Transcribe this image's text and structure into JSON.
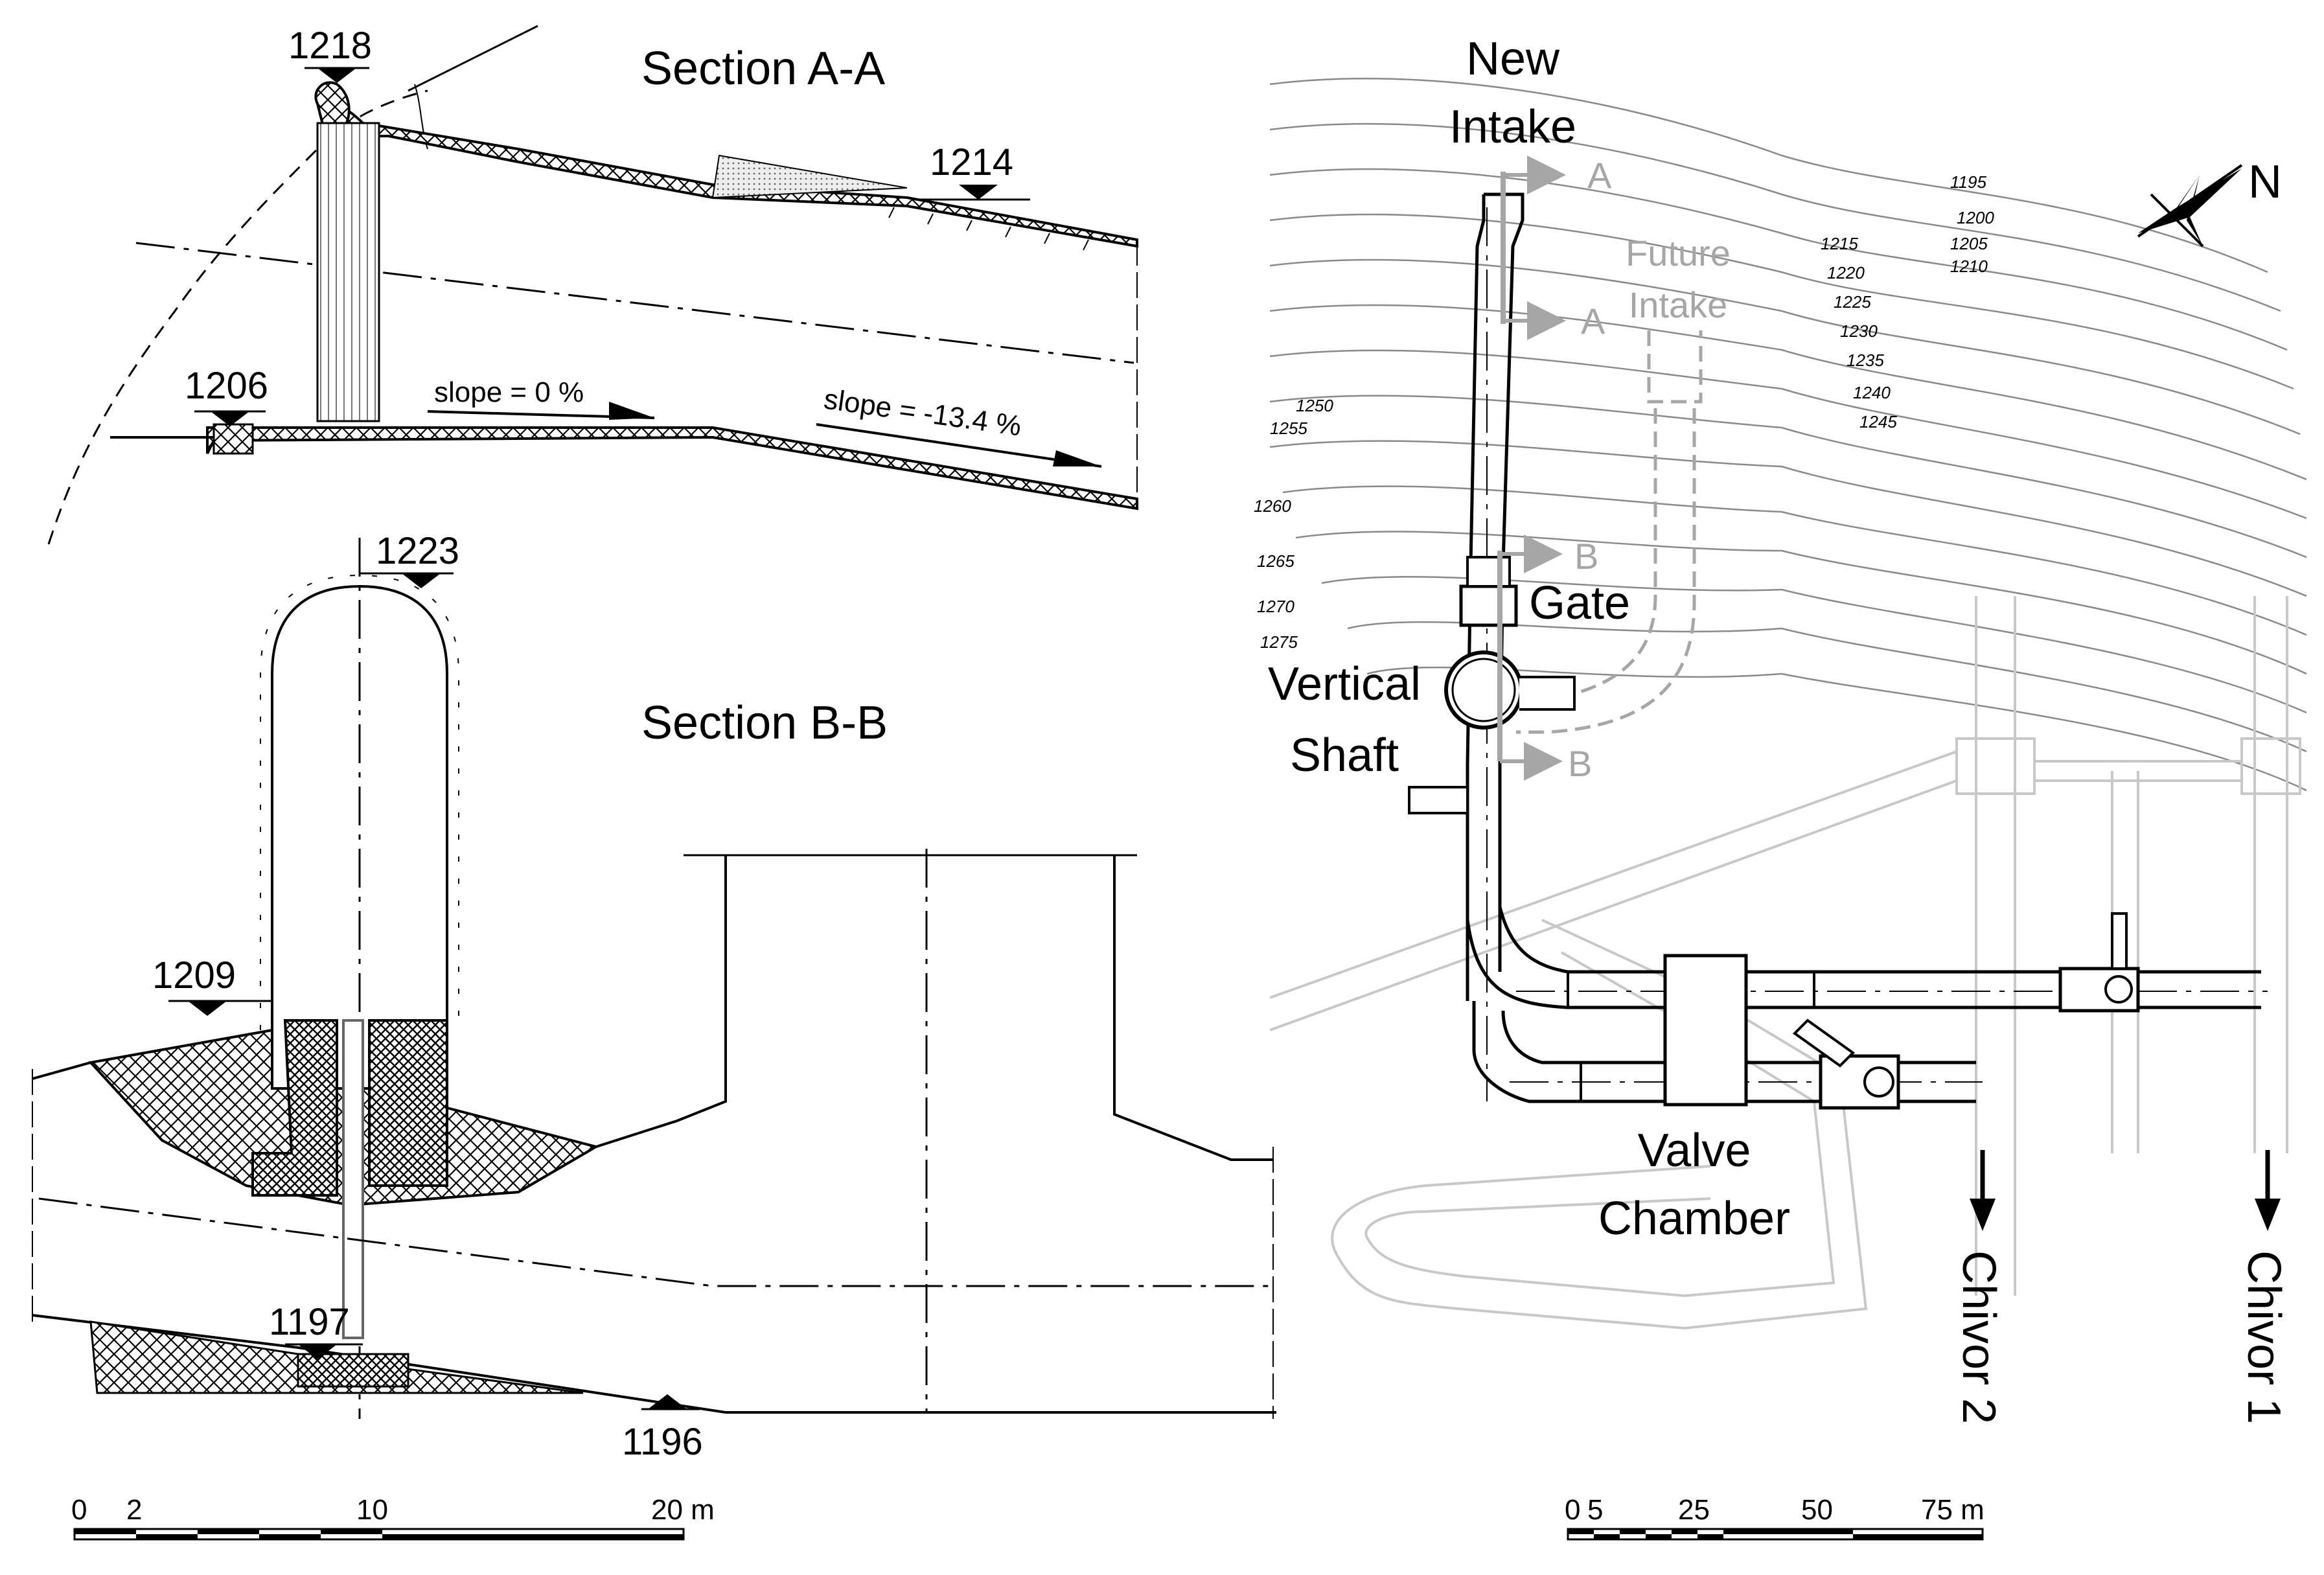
{
  "section_aa": {
    "title": "Section A-A",
    "elevations": [
      "1218",
      "1214",
      "1206"
    ],
    "slope_1": "slope = 0 %",
    "slope_2": "slope = -13.4 %"
  },
  "section_bb": {
    "title": "Section B-B",
    "elevations": [
      "1223",
      "1209",
      "1197",
      "1196"
    ]
  },
  "plan": {
    "new_intake": [
      "New",
      "Intake"
    ],
    "future_intake": [
      "Future",
      "Intake"
    ],
    "gate": "Gate",
    "vertical_shaft": [
      "Vertical",
      "Shaft"
    ],
    "valve_chamber": [
      "Valve",
      "Chamber"
    ],
    "chivor_2": "Chivor 2",
    "chivor_1": "Chivor 1",
    "north": "N",
    "section_marks": [
      "A",
      "A",
      "B",
      "B"
    ],
    "contour_labels": [
      "1195",
      "1200",
      "1205",
      "1210",
      "1215",
      "1220",
      "1225",
      "1230",
      "1235",
      "1240",
      "1245",
      "1250",
      "1255",
      "1260",
      "1265",
      "1270",
      "1275"
    ]
  },
  "scale_left": {
    "ticks": [
      "0",
      "2",
      "10",
      "20 m"
    ]
  },
  "scale_right": {
    "ticks": [
      "0",
      "5",
      "25",
      "50",
      "75 m"
    ]
  },
  "colors": {
    "line": "#000000",
    "future": "#a6a6a6",
    "existing_faint": "#c8c8c8",
    "contour": "#8a8a8a"
  }
}
